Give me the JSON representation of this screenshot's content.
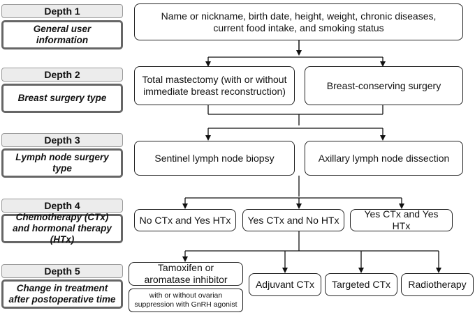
{
  "depths": [
    {
      "tag": "Depth 1",
      "description": "General user information"
    },
    {
      "tag": "Depth 2",
      "description": "Breast surgery type"
    },
    {
      "tag": "Depth 3",
      "description": "Lymph node surgery type"
    },
    {
      "tag": "Depth 4",
      "description": "Chemotherapy (CTx) and hormonal therapy (HTx)"
    },
    {
      "tag": "Depth 5",
      "description": "Change in treatment after postoperative time"
    }
  ],
  "nodes": {
    "general_info": "Name or nickname, birth date, height, weight, chronic diseases, current food intake, and smoking status",
    "total_mastectomy": "Total mastectomy (with or without immediate breast reconstruction)",
    "breast_conserving": "Breast-conserving surgery",
    "sentinel_biopsy": "Sentinel lymph node biopsy",
    "axillary_dissection": "Axillary lymph node dissection",
    "no_ctx_yes_htx": "No CTx and Yes HTx",
    "yes_ctx_no_htx": "Yes CTx and No HTx",
    "yes_ctx_yes_htx": "Yes CTx and Yes HTx",
    "tamoxifen": "Tamoxifen or aromatase inhibitor",
    "ovarian_suppression": "with or without ovarian suppression with GnRH agonist",
    "adjuvant_ctx": "Adjuvant CTx",
    "targeted_ctx": "Targeted CTx",
    "radiotherapy": "Radiotherapy"
  },
  "colors": {
    "depth_tag_fill": "#ececec",
    "depth_tag_border": "#9a9a9a",
    "depth_desc_border": "#666666",
    "node_border": "#222222",
    "connector": "#111111"
  }
}
